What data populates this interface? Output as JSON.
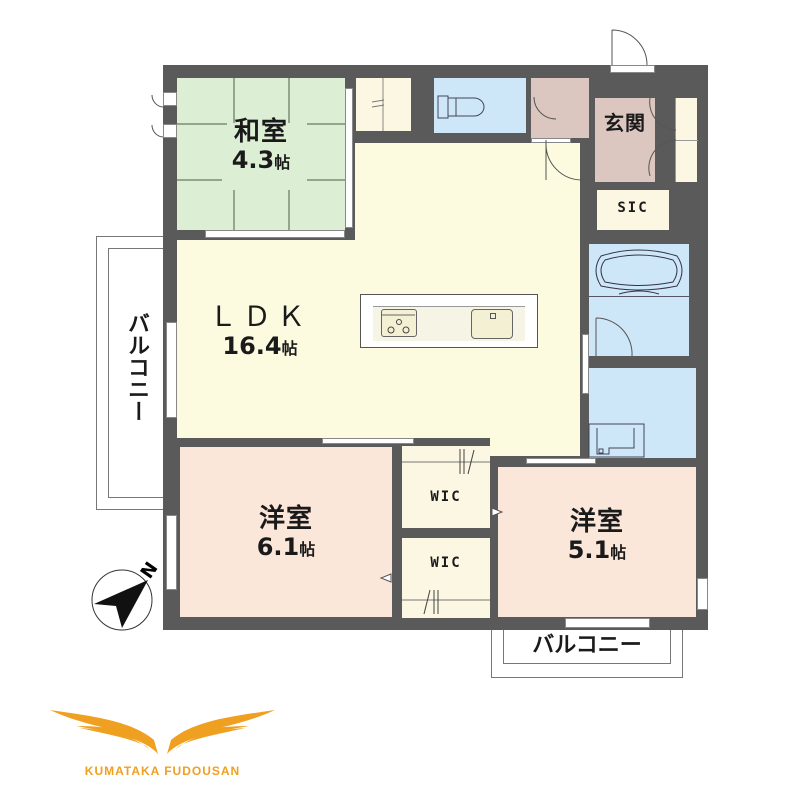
{
  "floorplan": {
    "colors": {
      "wall": "#5a5a5a",
      "washitsu": "#dcefd5",
      "ldk": "#fcfbe0",
      "youshitsu": "#fbe6da",
      "wet": "#cde7f9",
      "genkan": "#dcc6c0",
      "storage": "#fbf7e2",
      "logo": "#f0a020"
    },
    "rooms": {
      "washitsu": {
        "name": "和室",
        "size": "4.3",
        "unit": "帖"
      },
      "ldk": {
        "name": "ＬＤＫ",
        "size": "16.4",
        "unit": "帖"
      },
      "youshitsu1": {
        "name": "洋室",
        "size": "6.1",
        "unit": "帖"
      },
      "youshitsu2": {
        "name": "洋室",
        "size": "5.1",
        "unit": "帖"
      },
      "genkan": {
        "name": "玄関"
      },
      "sic": {
        "name": "SIC"
      },
      "wic1": {
        "name": "WIC"
      },
      "wic2": {
        "name": "WIC"
      }
    },
    "balcony_west": {
      "label": "バルコニー"
    },
    "balcony_south": {
      "label": "バルコニー"
    },
    "compass": {
      "label": "N"
    }
  },
  "logo": {
    "company": "KUMATAKA FUDOUSAN"
  }
}
